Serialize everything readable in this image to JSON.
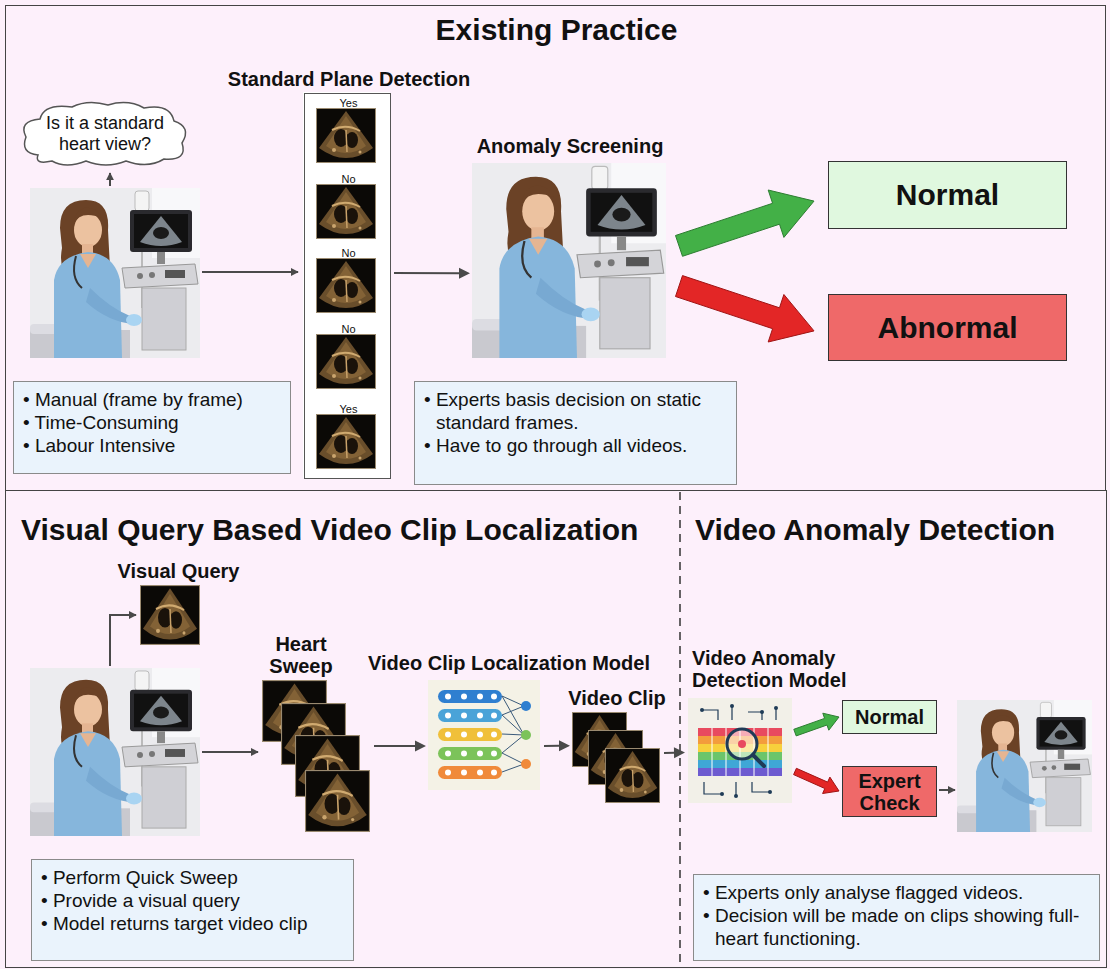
{
  "diagram": {
    "nodes": [
      {
        "text": [
          "Existing Practice"
        ]
      },
      {
        "text": [
          "Is it a standard heart view?"
        ],
        "in": 0
      },
      {
        "text": [
          "• Manual (frame by frame)",
          "• Time-Consuming",
          "• Labour Intensive"
        ],
        "in": 0
      },
      {
        "text": [
          "Standard Plane Detection",
          "Yes",
          "No",
          "No",
          "No",
          "Yes"
        ],
        "in": 0
      },
      {
        "text": [
          "Anomaly Screening"
        ],
        "in": 0
      },
      {
        "text": [
          "• Experts basis decision on static standard frames.",
          "• Have to go through all videos."
        ],
        "in": 0
      },
      {
        "text": [
          "Normal"
        ],
        "in": 0
      },
      {
        "text": [
          "Abnormal"
        ],
        "in": 0
      },
      {
        "text": [
          "Visual Query Based Video Clip Localization"
        ]
      },
      {
        "text": [
          "Visual Query"
        ],
        "in": 8
      },
      {
        "text": [
          "Heart Sweep"
        ],
        "in": 8
      },
      {
        "text": [
          "Video Clip Localization Model"
        ],
        "in": 8
      },
      {
        "text": [
          "Video Clip"
        ],
        "in": 8
      },
      {
        "text": [
          "• Perform Quick Sweep",
          "• Provide a visual query",
          "• Model returns target video clip"
        ],
        "in": 8
      },
      {
        "text": [
          "Video Anomaly Detection"
        ]
      },
      {
        "text": [
          "Video Anomaly Detection Model"
        ],
        "in": 14
      },
      {
        "text": [
          "Normal"
        ],
        "in": 14
      },
      {
        "text": [
          "Expert Check"
        ],
        "in": 14
      },
      {
        "text": [
          "• Experts only analyse flagged videos.",
          "• Decision will be made on clips showing full-heart functioning."
        ],
        "in": 14
      }
    ],
    "edges": [
      {
        "from": 3,
        "to": 4,
        "arrow": "to"
      },
      {
        "from": 4,
        "to": 6,
        "arrow": "to"
      },
      {
        "from": 4,
        "to": 7,
        "arrow": "to"
      },
      {
        "from": 10,
        "to": 11,
        "arrow": "to"
      },
      {
        "from": 11,
        "to": 12,
        "arrow": "to"
      },
      {
        "from": 12,
        "to": 15,
        "arrow": "to"
      },
      {
        "from": 15,
        "to": 16,
        "arrow": "to"
      },
      {
        "from": 15,
        "to": 17,
        "arrow": "to"
      }
    ]
  }
}
